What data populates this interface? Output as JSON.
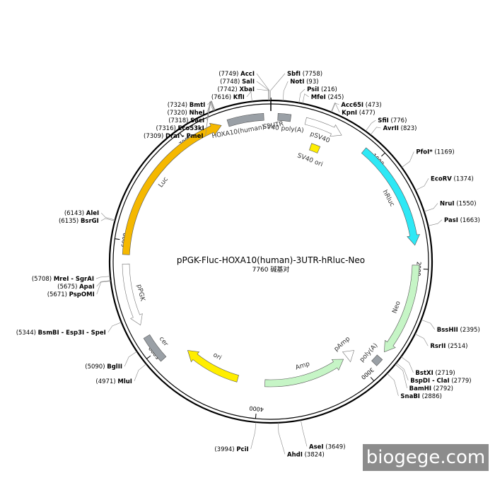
{
  "title": "pPGK-Fluc-HOXA10(human)-3UTR-hRluc-Neo",
  "subtitle": "7760 碱基对",
  "watermark": "biogege.com",
  "total_bp": 7760,
  "colors": {
    "backbone": "#000000",
    "gray_feature": "#9aa0a6",
    "orange": "#f5b800",
    "cyan": "#2ee8f5",
    "light_green": "#c6f5c6",
    "yellow": "#ffee00",
    "outline_arrow": "#ffffff"
  },
  "ticks": [
    {
      "bp": 1000,
      "label": "1000"
    },
    {
      "bp": 2000,
      "label": "2000"
    },
    {
      "bp": 3000,
      "label": "3000"
    },
    {
      "bp": 4000,
      "label": "4000"
    },
    {
      "bp": 5000,
      "label": "5000"
    },
    {
      "bp": 6000,
      "label": "6000"
    },
    {
      "bp": 7000,
      "label": "7000"
    }
  ],
  "features": [
    {
      "name": "HOXA10(human)-3UTR",
      "start": 7390,
      "end": 7700,
      "color": "#9aa0a6",
      "type": "box",
      "lane": 0
    },
    {
      "name": "SV40 poly(A)",
      "start": 60,
      "end": 170,
      "color": "#9aa0a6",
      "type": "box",
      "lane": 0
    },
    {
      "name": "pSV40",
      "start": 300,
      "end": 630,
      "color": "#ffffff",
      "type": "arrow",
      "lane": 0
    },
    {
      "name": "SV40 ori",
      "start": 410,
      "end": 500,
      "color": "#ffee00",
      "type": "box",
      "lane": 1
    },
    {
      "name": "hRluc",
      "start": 860,
      "end": 1800,
      "color": "#2ee8f5",
      "type": "arrow",
      "lane": 0
    },
    {
      "name": "Neo",
      "start": 1970,
      "end": 2770,
      "color": "#c6f5c6",
      "type": "arrow",
      "lane": 0
    },
    {
      "name": "poly(A)",
      "start": 2830,
      "end": 2900,
      "color": "#9aa0a6",
      "type": "box",
      "lane": 0
    },
    {
      "name": "pAmp",
      "start": 2950,
      "end": 3050,
      "color": "#ffffff",
      "type": "arrowrev",
      "lane": 1
    },
    {
      "name": "Amp",
      "start": 3090,
      "end": 3940,
      "color": "#c6f5c6",
      "type": "arrowrev",
      "lane": 1
    },
    {
      "name": "ori",
      "start": 4220,
      "end": 4810,
      "color": "#ffee00",
      "type": "arrow",
      "lane": 1
    },
    {
      "name": "cer",
      "start": 4910,
      "end": 5150,
      "color": "#9aa0a6",
      "type": "box",
      "lane": 0
    },
    {
      "name": "pPGK",
      "start": 5260,
      "end": 5800,
      "color": "#ffffff",
      "type": "arrowrev",
      "lane": 0
    },
    {
      "name": "Luc",
      "start": 5880,
      "end": 7330,
      "color": "#f5b800",
      "type": "arrow",
      "lane": 0
    }
  ],
  "sites": [
    {
      "name": "SbfI",
      "pos": "(7758)",
      "side": "top"
    },
    {
      "name": "NotI",
      "pos": "(93)",
      "side": "right"
    },
    {
      "name": "PsiI",
      "pos": "(216)",
      "side": "right"
    },
    {
      "name": "MfeI",
      "pos": "(245)",
      "side": "right"
    },
    {
      "name": "Acc65I",
      "pos": "(473)",
      "side": "right"
    },
    {
      "name": "KpnI",
      "pos": "(477)",
      "side": "right"
    },
    {
      "name": "SfiI",
      "pos": "(776)",
      "side": "right"
    },
    {
      "name": "AvrII",
      "pos": "(823)",
      "side": "right"
    },
    {
      "name": "PfoI*",
      "pos": "(1169)",
      "side": "right"
    },
    {
      "name": "EcoRV",
      "pos": "(1374)",
      "side": "right"
    },
    {
      "name": "NruI",
      "pos": "(1550)",
      "side": "right"
    },
    {
      "name": "PasI",
      "pos": "(1663)",
      "side": "right"
    },
    {
      "name": "BssHII",
      "pos": "(2395)",
      "side": "right"
    },
    {
      "name": "RsrII",
      "pos": "(2514)",
      "side": "right"
    },
    {
      "name": "BstXI",
      "pos": "(2719)",
      "side": "right"
    },
    {
      "name": "BspDI - ClaI",
      "pos": "(2779)",
      "side": "right"
    },
    {
      "name": "BamHI",
      "pos": "(2792)",
      "side": "right"
    },
    {
      "name": "SnaBI",
      "pos": "(2886)",
      "side": "right"
    },
    {
      "name": "AseI",
      "pos": "(3649)",
      "side": "right"
    },
    {
      "name": "AhdI",
      "pos": "(3824)",
      "side": "right"
    },
    {
      "name": "PciI",
      "pos": "(3994)",
      "side": "left"
    },
    {
      "name": "MluI",
      "pos": "(4971)",
      "side": "left"
    },
    {
      "name": "BglII",
      "pos": "(5090)",
      "side": "left"
    },
    {
      "name": "BsmBI - Esp3I - SpeI",
      "pos": "(5344)",
      "side": "left"
    },
    {
      "name": "PspOMI",
      "pos": "(5671)",
      "side": "left"
    },
    {
      "name": "ApaI",
      "pos": "(5675)",
      "side": "left"
    },
    {
      "name": "MreI - SgrAI",
      "pos": "(5708)",
      "side": "left"
    },
    {
      "name": "BsrGI",
      "pos": "(6135)",
      "side": "left"
    },
    {
      "name": "AleI",
      "pos": "(6143)",
      "side": "left"
    },
    {
      "name": "DraI - PmeI",
      "pos": "(7309)",
      "side": "left"
    },
    {
      "name": "Eco53kI",
      "pos": "(7316)",
      "side": "left"
    },
    {
      "name": "SacI",
      "pos": "(7318)",
      "side": "left"
    },
    {
      "name": "NheI",
      "pos": "(7320)",
      "side": "left"
    },
    {
      "name": "BmtI",
      "pos": "(7324)",
      "side": "left"
    },
    {
      "name": "KflI",
      "pos": "(7616)",
      "side": "left"
    },
    {
      "name": "XbaI",
      "pos": "(7742)",
      "side": "left"
    },
    {
      "name": "SalI",
      "pos": "(7748)",
      "side": "left"
    },
    {
      "name": "AccI",
      "pos": "(7749)",
      "side": "left"
    }
  ]
}
